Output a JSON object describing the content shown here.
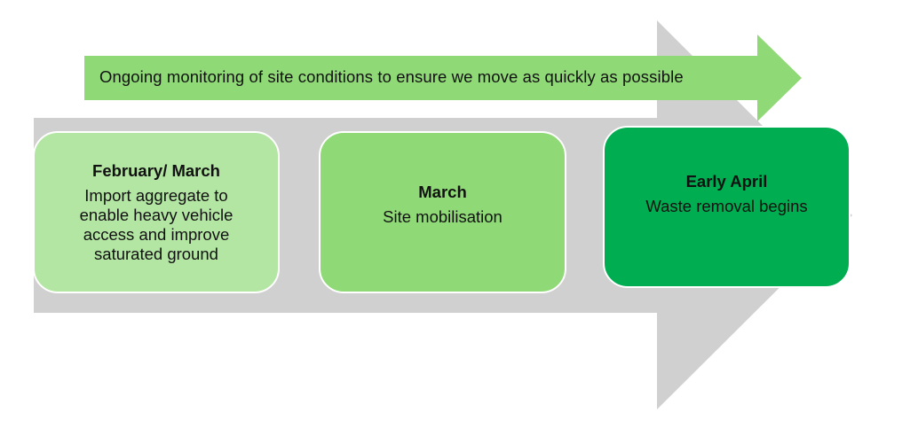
{
  "diagram": {
    "banner": {
      "text": "Ongoing monitoring of site conditions to ensure we move as quickly as possible",
      "color": "#90d977"
    },
    "timeline_arrow_color": "#d0d0d0",
    "stages": [
      {
        "title": "February/ March",
        "description": "Import aggregate to enable heavy vehicle access and improve saturated ground",
        "color": "#b3e5a3"
      },
      {
        "title": "March",
        "description": "Site mobilisation",
        "color": "#90d977"
      },
      {
        "title": "Early April",
        "description": "Waste removal begins",
        "color": "#00ad50"
      }
    ]
  }
}
